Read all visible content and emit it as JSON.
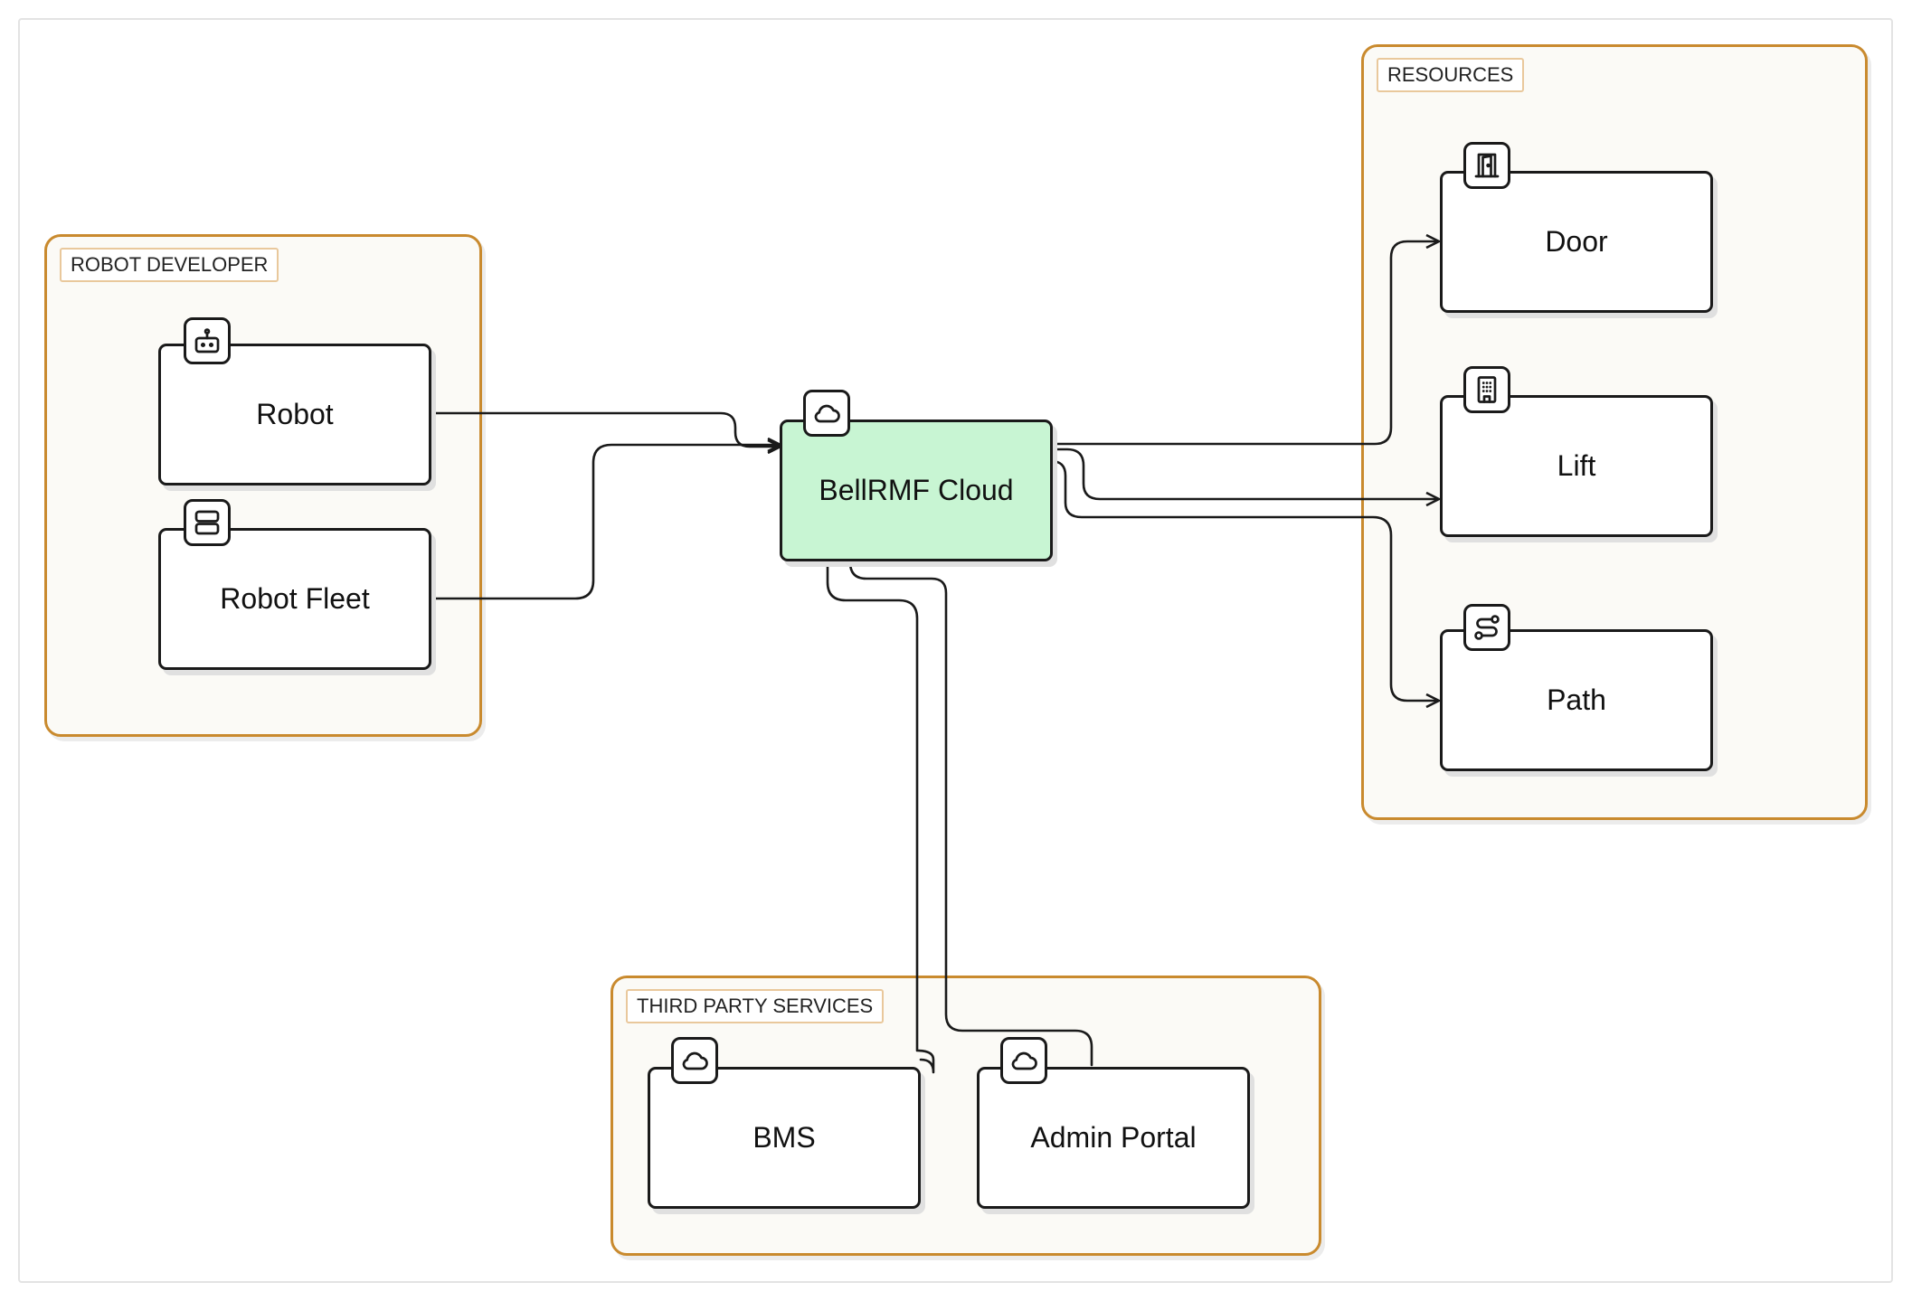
{
  "groups": {
    "robot_developer": {
      "label": "ROBOT DEVELOPER"
    },
    "resources": {
      "label": "RESOURCES"
    },
    "third_party": {
      "label": "THIRD PARTY SERVICES"
    }
  },
  "nodes": {
    "robot": {
      "label": "Robot",
      "icon": "robot-icon"
    },
    "robot_fleet": {
      "label": "Robot Fleet",
      "icon": "server-icon"
    },
    "cloud": {
      "label": "BellRMF Cloud",
      "icon": "cloud-icon"
    },
    "door": {
      "label": "Door",
      "icon": "door-icon"
    },
    "lift": {
      "label": "Lift",
      "icon": "building-icon"
    },
    "path": {
      "label": "Path",
      "icon": "route-icon"
    },
    "bms": {
      "label": "BMS",
      "icon": "cloud-icon"
    },
    "admin_portal": {
      "label": "Admin Portal",
      "icon": "cloud-icon"
    }
  },
  "edges": [
    {
      "from": "robot",
      "to": "cloud"
    },
    {
      "from": "robot_fleet",
      "to": "cloud"
    },
    {
      "from": "cloud",
      "to": "door"
    },
    {
      "from": "cloud",
      "to": "lift"
    },
    {
      "from": "cloud",
      "to": "path"
    },
    {
      "from": "bms",
      "to": "cloud"
    },
    {
      "from": "admin_portal",
      "to": "cloud"
    }
  ],
  "colors": {
    "group_border": "#c98a2e",
    "group_fill": "#fbfaf6",
    "cloud_fill": "#c8f5d3",
    "stroke": "#1a1a1a"
  }
}
